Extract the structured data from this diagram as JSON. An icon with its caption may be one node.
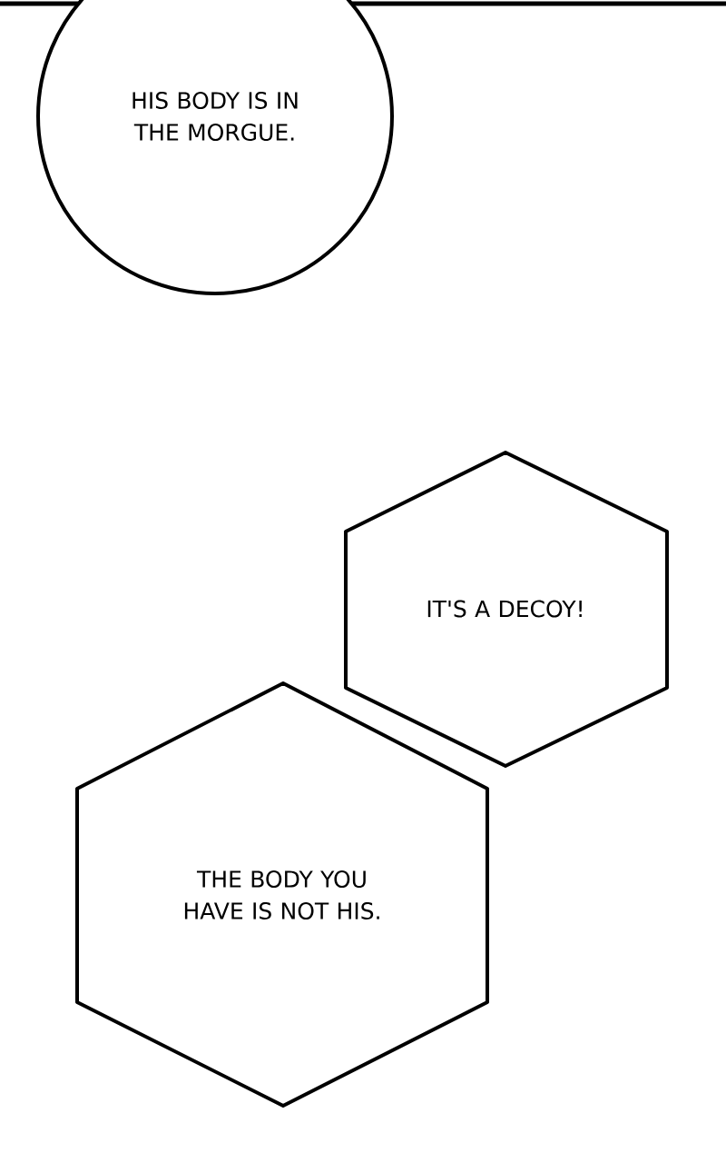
{
  "diagram": {
    "nodes": [
      {
        "text": [
          "HIS BODY IS IN THE MORGUE."
        ]
      },
      {
        "text": [
          "IT'S A DECOY!"
        ]
      },
      {
        "text": [
          "THE BODY YOU HAVE IS NOT HIS."
        ]
      }
    ]
  }
}
